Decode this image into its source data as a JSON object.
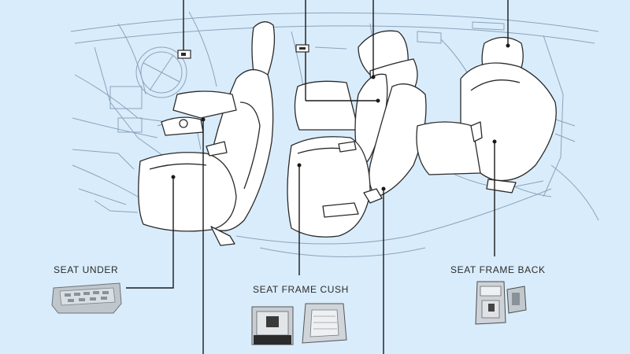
{
  "diagram": {
    "labels": {
      "seat_under": "SEAT UNDER",
      "seat_frame_cush": "SEAT FRAME CUSH",
      "seat_frame_back": "SEAT FRAME BACK"
    },
    "colors": {
      "background": "#d9ecfb",
      "car_outline": "#8aa3bc",
      "seat_fill": "#ffffff",
      "seat_outline": "#2a2a2a",
      "leader_line": "#1a1a1a"
    },
    "icons": [
      "car-interior-illustration",
      "seat-under-part-photo",
      "seat-frame-cush-part-photo",
      "seat-frame-back-part-photo"
    ]
  }
}
